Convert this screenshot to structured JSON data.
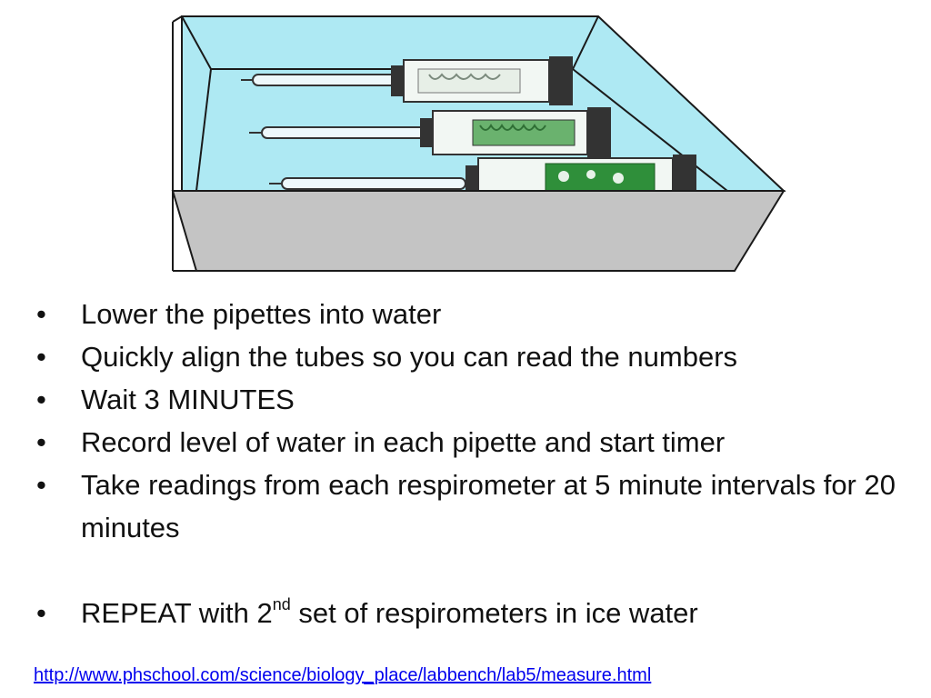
{
  "slide": {
    "bullets": [
      {
        "text": "Lower the pipettes into water"
      },
      {
        "text": "Quickly align the tubes so you can read the numbers"
      },
      {
        "text": "Wait 3 MINUTES"
      },
      {
        "text": "Record level of water in each pipette and start timer"
      },
      {
        "text": "Take readings from each respirometer at 5 minute intervals for 20 minutes"
      },
      {
        "text_before": "REPEAT with 2",
        "superscript": "nd",
        "text_after": " set of respirometers in ice water"
      }
    ],
    "bullet_symbol": "•",
    "source_url": "http://www.phschool.com/science/biology_place/labbench/lab5/measure.html"
  },
  "illustration": {
    "subject": "water-bath-with-respirometers",
    "colors": {
      "water": "#aee9f3",
      "tray_front": "#c4c4c4",
      "tray_outline": "#222222",
      "respirometer_contents": "#2f8f3a"
    }
  }
}
